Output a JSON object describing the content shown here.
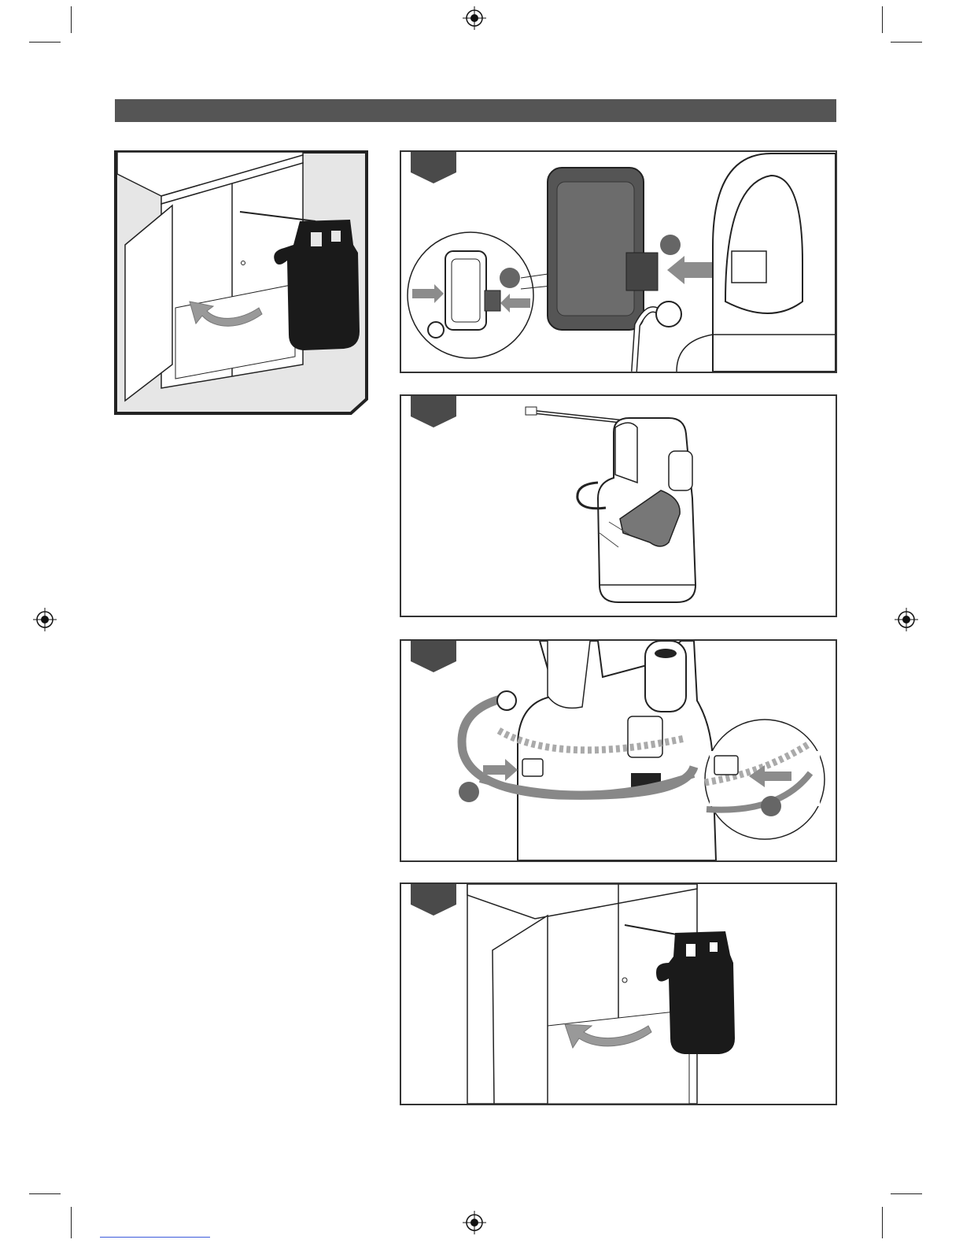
{
  "page": {
    "header_bar": "",
    "colors": {
      "header_bar": "#555555",
      "step_tab": "#4a4a4a",
      "tank_silhouette": "#1a1a1a",
      "arrow_gray": "#8c8c8c",
      "cabinet_fill": "#e6e6e6",
      "footer_rule": "#3b5bdb"
    }
  },
  "figures": [
    {
      "name": "store-under-cabinet-overview",
      "icons": [
        "cabinet",
        "sprayer-tank-silhouette",
        "curved-arrow"
      ]
    },
    {
      "name": "step-remove-battery",
      "icons": [
        "battery-pack",
        "sprayer-top",
        "detail-magnifier",
        "push-arrows"
      ]
    },
    {
      "name": "step-wipe-tank",
      "icons": [
        "sprayer-tank",
        "cloth"
      ]
    },
    {
      "name": "step-wind-hose",
      "icons": [
        "sprayer-tank",
        "hose-loop",
        "hook-detail",
        "push-arrows"
      ]
    },
    {
      "name": "step-store-cabinet",
      "icons": [
        "cabinet",
        "sprayer-tank-silhouette",
        "curved-arrow"
      ]
    }
  ]
}
